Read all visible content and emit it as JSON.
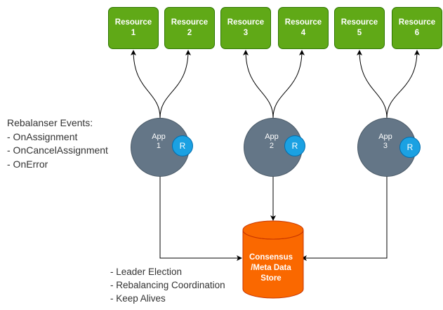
{
  "resources": [
    {
      "label": "Resource",
      "num": "1"
    },
    {
      "label": "Resource",
      "num": "2"
    },
    {
      "label": "Resource",
      "num": "3"
    },
    {
      "label": "Resource",
      "num": "4"
    },
    {
      "label": "Resource",
      "num": "5"
    },
    {
      "label": "Resource",
      "num": "6"
    }
  ],
  "apps": [
    {
      "label": "App",
      "num": "1",
      "badge": "R"
    },
    {
      "label": "App",
      "num": "2",
      "badge": "R"
    },
    {
      "label": "App",
      "num": "3",
      "badge": "R"
    }
  ],
  "store": {
    "line1": "Consensus",
    "line2": "/Meta Data",
    "line3": "Store"
  },
  "events": {
    "title": "Rebalanser Events:",
    "items": [
      "- OnAssignment",
      "- OnCancelAssignment",
      "- OnError"
    ]
  },
  "duties": {
    "items": [
      "- Leader Election",
      "- Rebalancing Coordination",
      "- Keep Alives"
    ]
  },
  "colors": {
    "resource_fill": "#60a917",
    "app_fill": "#647687",
    "badge_fill": "#1ba1e2",
    "store_fill": "#fa6800",
    "line": "#000000"
  }
}
